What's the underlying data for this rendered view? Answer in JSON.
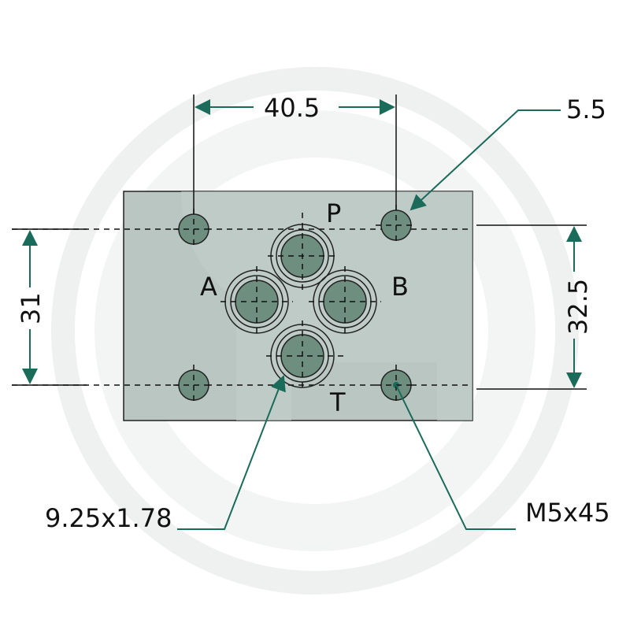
{
  "dimensions": {
    "hole_spacing_horizontal": "40.5",
    "mounting_hole_diameter": "5.5",
    "left_vertical": "31",
    "right_vertical": "32.5",
    "oring": "9.25x1.78",
    "screw": "M5x45"
  },
  "ports": {
    "p": "P",
    "a": "A",
    "b": "B",
    "t": "T"
  },
  "colors": {
    "plate": "#b9c6c1",
    "port_fill": "#6e8f80",
    "leader": "#1a6b5a",
    "watermark": "#eef1ef"
  }
}
